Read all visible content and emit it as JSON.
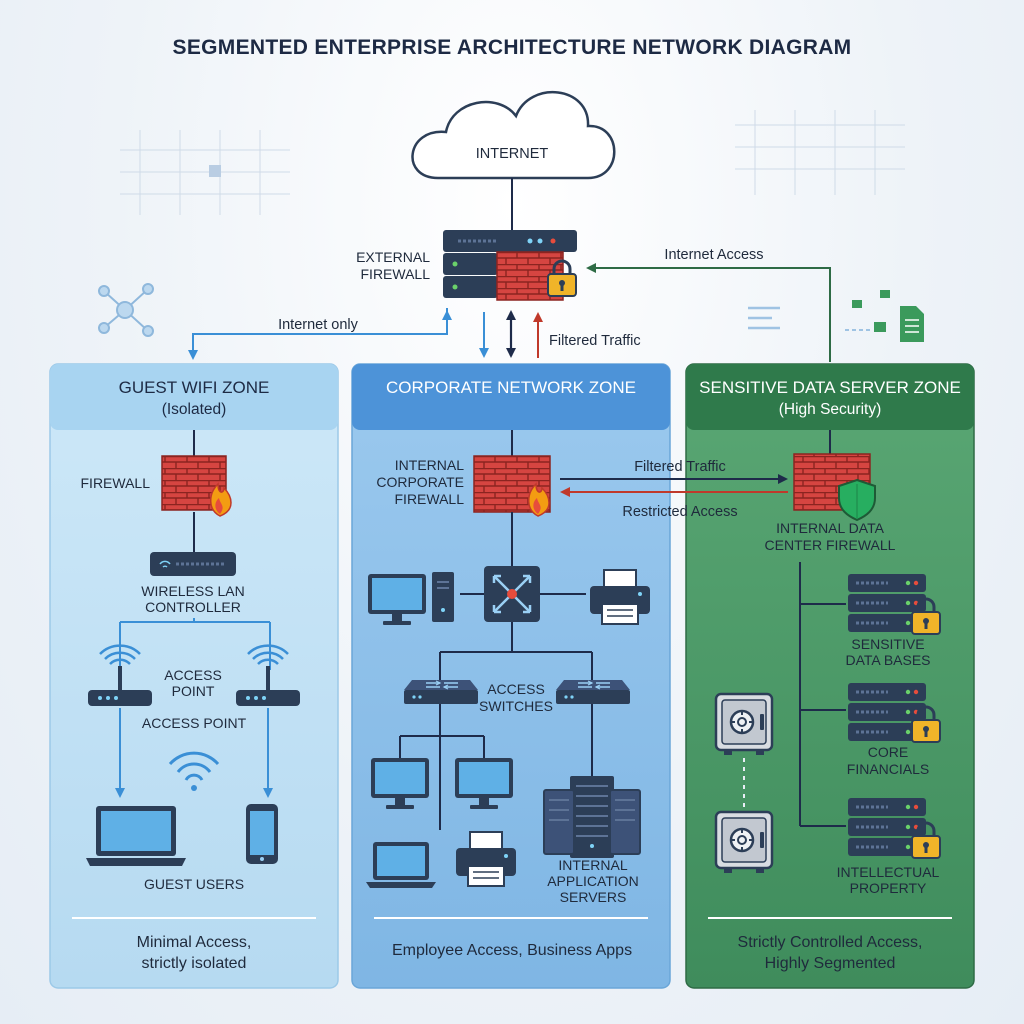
{
  "title": "SEGMENTED ENTERPRISE ARCHITECTURE NETWORK DIAGRAM",
  "internet": "INTERNET",
  "external_firewall": [
    "EXTERNAL",
    "FIREWALL"
  ],
  "arrows": {
    "internet_only": "Internet only",
    "filtered_traffic_top": "Filtered Traffic",
    "internet_access": "Internet Access",
    "filtered_traffic_mid": "Filtered Traffic",
    "restricted_access": "Restricted Access"
  },
  "guest_zone": {
    "title": "GUEST WIFI ZONE",
    "subtitle": "(Isolated)",
    "firewall": "FIREWALL",
    "wlc": [
      "WIRELESS LAN",
      "CONTROLLER"
    ],
    "access_point_a": [
      "ACCESS",
      "POINT"
    ],
    "access_point_b": "ACCESS POINT",
    "guest_users": "GUEST USERS",
    "footer": [
      "Minimal Access,",
      "strictly isolated"
    ]
  },
  "corporate_zone": {
    "title": "CORPORATE NETWORK ZONE",
    "internal_firewall": [
      "INTERNAL",
      "CORPORATE",
      "FIREWALL"
    ],
    "access_switches": [
      "ACCESS",
      "SWITCHES"
    ],
    "app_servers": [
      "INTERNAL",
      "APPLICATION",
      "SERVERS"
    ],
    "footer": "Employee Access, Business Apps"
  },
  "sensitive_zone": {
    "title": "SENSITIVE DATA SERVER ZONE",
    "subtitle": "(High Security)",
    "firewall": [
      "INTERNAL DATA",
      "CENTER FIREWALL"
    ],
    "databases": [
      "SENSITIVE",
      "DATA BASES"
    ],
    "financials": [
      "CORE",
      "FINANCIALS"
    ],
    "ip": [
      "INTELLECTUAL",
      "PROPERTY"
    ],
    "footer": [
      "Strictly Controlled Access,",
      "Highly Segmented"
    ]
  },
  "colors": {
    "guest_panel": "#bfe0f4",
    "corporate_panel": "#8fc1ea",
    "sensitive_panel": "#4f9d6b",
    "firewall_brick": "#d64541",
    "arrow_dark": "#1e2b4a",
    "arrow_red": "#c0392b",
    "arrow_blue": "#3a8fd6",
    "arrow_green": "#2e6b45"
  }
}
